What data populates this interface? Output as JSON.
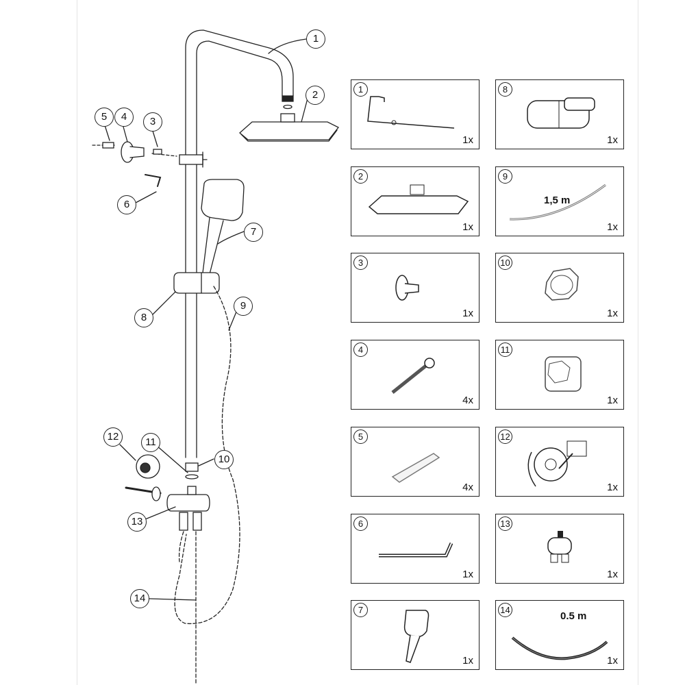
{
  "callouts": [
    {
      "id": "c1",
      "num": "1"
    },
    {
      "id": "c2",
      "num": "2"
    },
    {
      "id": "c3",
      "num": "3"
    },
    {
      "id": "c4",
      "num": "4"
    },
    {
      "id": "c5",
      "num": "5"
    },
    {
      "id": "c6",
      "num": "6"
    },
    {
      "id": "c7",
      "num": "7"
    },
    {
      "id": "c8",
      "num": "8"
    },
    {
      "id": "c9",
      "num": "9"
    },
    {
      "id": "c10",
      "num": "10"
    },
    {
      "id": "c11",
      "num": "11"
    },
    {
      "id": "c12",
      "num": "12"
    },
    {
      "id": "c13",
      "num": "13"
    },
    {
      "id": "c14",
      "num": "14"
    }
  ],
  "parts": [
    {
      "num": "1",
      "qty": "1x",
      "icon": "overhead-arm-icon"
    },
    {
      "num": "8",
      "qty": "1x",
      "icon": "slider-bracket-icon"
    },
    {
      "num": "2",
      "qty": "1x",
      "icon": "rain-shower-head-icon"
    },
    {
      "num": "9",
      "qty": "1x",
      "icon": "long-hose-icon",
      "length": "1,5 m"
    },
    {
      "num": "3",
      "qty": "1x",
      "icon": "wall-bracket-icon"
    },
    {
      "num": "10",
      "qty": "1x",
      "icon": "nut-icon"
    },
    {
      "num": "4",
      "qty": "4x",
      "icon": "screw-icon"
    },
    {
      "num": "11",
      "qty": "1x",
      "icon": "adapter-fitting-icon"
    },
    {
      "num": "5",
      "qty": "4x",
      "icon": "wall-plug-icon"
    },
    {
      "num": "12",
      "qty": "1x",
      "icon": "diverter-knob-icon"
    },
    {
      "num": "6",
      "qty": "1x",
      "icon": "hex-key-icon"
    },
    {
      "num": "13",
      "qty": "1x",
      "icon": "diverter-valve-icon"
    },
    {
      "num": "7",
      "qty": "1x",
      "icon": "hand-shower-icon"
    },
    {
      "num": "14",
      "qty": "1x",
      "icon": "short-hose-icon",
      "length": "0.5 m"
    }
  ]
}
